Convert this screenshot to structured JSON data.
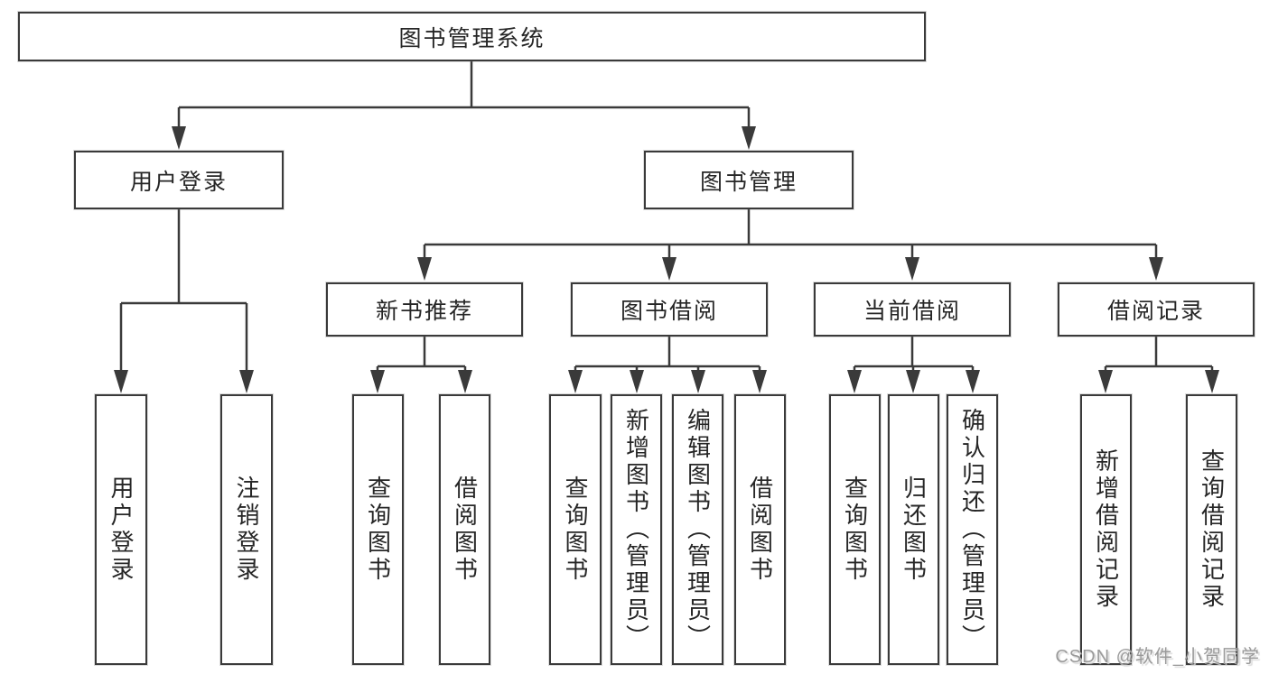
{
  "diagram": {
    "type": "hierarchy-tree",
    "title": "图书管理系统",
    "watermark": "CSDN @软件_小贺同学",
    "colors": {
      "line": "#3a3a3a",
      "box_border": "#3a3a3a",
      "text": "#262626",
      "watermark": "#9a9a9a",
      "background": "#ffffff"
    },
    "nodes": {
      "root": {
        "label": "图书管理系统"
      },
      "user_login": {
        "label": "用户登录",
        "parent": "root"
      },
      "book_management": {
        "label": "图书管理",
        "parent": "root"
      },
      "new_book_recommend": {
        "label": "新书推荐",
        "parent": "book_management"
      },
      "book_borrowing": {
        "label": "图书借阅",
        "parent": "book_management"
      },
      "current_borrowing": {
        "label": "当前借阅",
        "parent": "book_management"
      },
      "borrowing_records": {
        "label": "借阅记录",
        "parent": "book_management"
      },
      "leaf_user_login": {
        "label": "用户登录",
        "parent": "user_login"
      },
      "leaf_logout": {
        "label": "注销登录",
        "parent": "user_login"
      },
      "leaf_query_books_recommend": {
        "label": "查询图书",
        "parent": "new_book_recommend"
      },
      "leaf_borrow_books_recommend": {
        "label": "借阅图书",
        "parent": "new_book_recommend"
      },
      "leaf_query_books_borrowing": {
        "label": "查询图书",
        "parent": "book_borrowing"
      },
      "leaf_add_books_admin": {
        "label": "新增图书（管理员）",
        "parent": "book_borrowing"
      },
      "leaf_edit_books_admin": {
        "label": "编辑图书（管理员）",
        "parent": "book_borrowing"
      },
      "leaf_borrow_books_borrowing": {
        "label": "借阅图书",
        "parent": "book_borrowing"
      },
      "leaf_query_books_current": {
        "label": "查询图书",
        "parent": "current_borrowing"
      },
      "leaf_return_books": {
        "label": "归还图书",
        "parent": "current_borrowing"
      },
      "leaf_confirm_return_admin": {
        "label": "确认归还（管理员）",
        "parent": "current_borrowing"
      },
      "leaf_add_borrow_record": {
        "label": "新增借阅记录",
        "parent": "borrowing_records"
      },
      "leaf_query_borrow_record": {
        "label": "查询借阅记录",
        "parent": "borrowing_records"
      }
    }
  }
}
